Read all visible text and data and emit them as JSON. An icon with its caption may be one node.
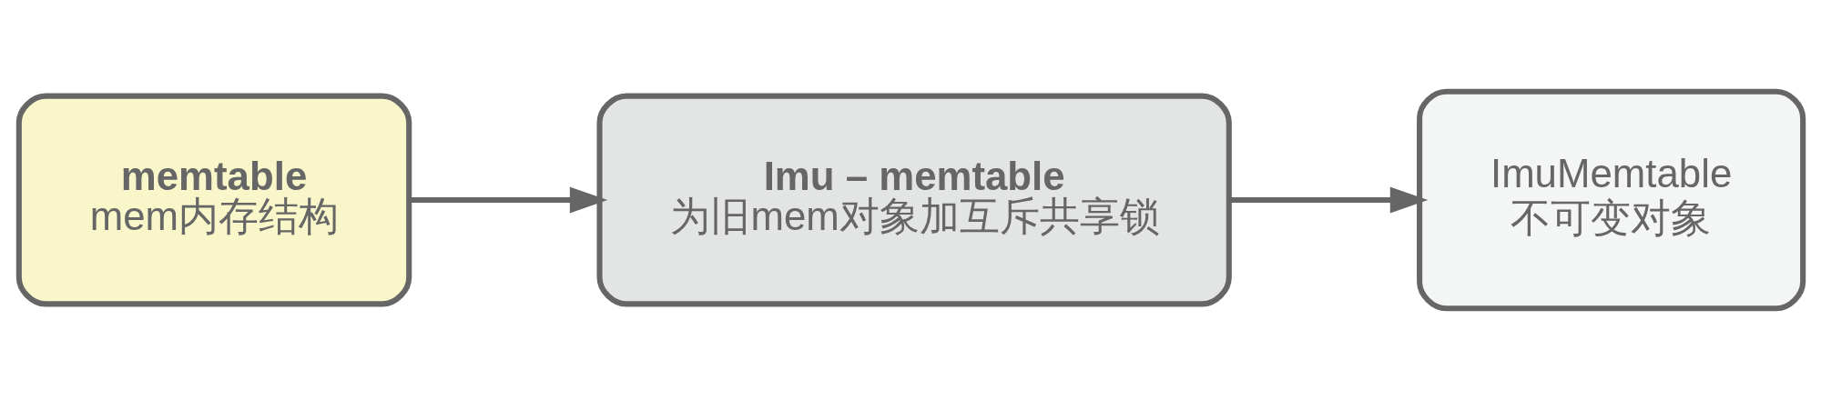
{
  "diagram": {
    "nodes": [
      {
        "text": [
          "memtable",
          "mem内存结构"
        ]
      },
      {
        "text": [
          "Imu – memtable",
          "为旧mem对象加互斥共享锁"
        ]
      },
      {
        "text": [
          "ImuMemtable",
          "不可变对象"
        ]
      }
    ],
    "edges": [
      {
        "from": 0,
        "to": 1,
        "arrow": "to"
      },
      {
        "from": 1,
        "to": 2,
        "arrow": "to"
      }
    ]
  }
}
